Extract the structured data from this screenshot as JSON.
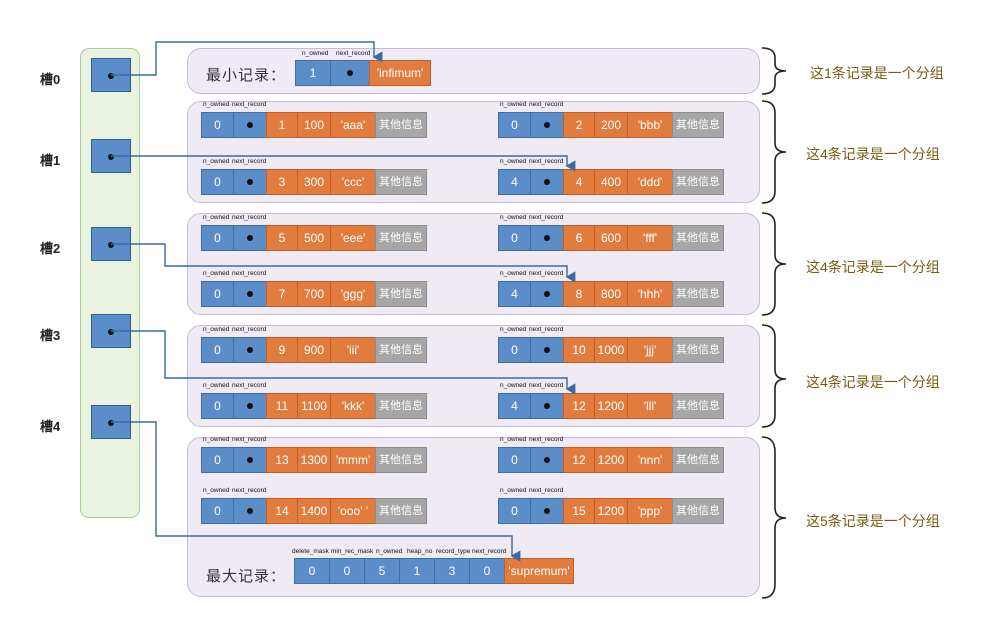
{
  "colors": {
    "field_blue": "#5b8ec9",
    "data_orange": "#e27c3e",
    "other_gray": "#a6a6a6",
    "arrow_blue": "#3a6aa0",
    "caption_brown": "#7a5c10"
  },
  "header_labels": {
    "n_owned": "n_owned",
    "next_record": "next_record"
  },
  "slots": [
    {
      "label": "槽0"
    },
    {
      "label": "槽1"
    },
    {
      "label": "槽2"
    },
    {
      "label": "槽3"
    },
    {
      "label": "槽4"
    }
  ],
  "infimum": {
    "title": "最小记录：",
    "n_owned": "1",
    "name": "'infimum'"
  },
  "supremum": {
    "title": "最大记录：",
    "headers": [
      "delete_mask",
      "min_rec_mask",
      "n_owned",
      "heap_no",
      "record_type",
      "next_record"
    ],
    "values": [
      "0",
      "0",
      "5",
      "1",
      "3",
      "0"
    ],
    "name": "'supremum'"
  },
  "records": [
    {
      "n_owned": "0",
      "a": "1",
      "b": "100",
      "c": "'aaa'",
      "other": "其他信息"
    },
    {
      "n_owned": "0",
      "a": "2",
      "b": "200",
      "c": "'bbb'",
      "other": "其他信息"
    },
    {
      "n_owned": "0",
      "a": "3",
      "b": "300",
      "c": "'ccc'",
      "other": "其他信息"
    },
    {
      "n_owned": "4",
      "a": "4",
      "b": "400",
      "c": "'ddd'",
      "other": "其他信息"
    },
    {
      "n_owned": "0",
      "a": "5",
      "b": "500",
      "c": "'eee'",
      "other": "其他信息"
    },
    {
      "n_owned": "0",
      "a": "6",
      "b": "600",
      "c": "'fff'",
      "other": "其他信息"
    },
    {
      "n_owned": "0",
      "a": "7",
      "b": "700",
      "c": "'ggg'",
      "other": "其他信息"
    },
    {
      "n_owned": "4",
      "a": "8",
      "b": "800",
      "c": "'hhh'",
      "other": "其他信息"
    },
    {
      "n_owned": "0",
      "a": "9",
      "b": "900",
      "c": "'iii'",
      "other": "其他信息"
    },
    {
      "n_owned": "0",
      "a": "10",
      "b": "1000",
      "c": "'jjj'",
      "other": "其他信息"
    },
    {
      "n_owned": "0",
      "a": "11",
      "b": "1100",
      "c": "'kkk'",
      "other": "其他信息"
    },
    {
      "n_owned": "4",
      "a": "12",
      "b": "1200",
      "c": "'lll'",
      "other": "其他信息"
    },
    {
      "n_owned": "0",
      "a": "13",
      "b": "1300",
      "c": "'mmm'",
      "other": "其他信息"
    },
    {
      "n_owned": "0",
      "a": "12",
      "b": "1200",
      "c": "'nnn'",
      "other": "其他信息"
    },
    {
      "n_owned": "0",
      "a": "14",
      "b": "1400",
      "c": "'ooo' '",
      "other": "其他信息"
    },
    {
      "n_owned": "0",
      "a": "15",
      "b": "1200",
      "c": "'ppp'",
      "other": "其他信息"
    }
  ],
  "captions": [
    "这1条记录是一个分组",
    "这4条记录是一个分组",
    "这4条记录是一个分组",
    "这4条记录是一个分组",
    "这5条记录是一个分组"
  ]
}
